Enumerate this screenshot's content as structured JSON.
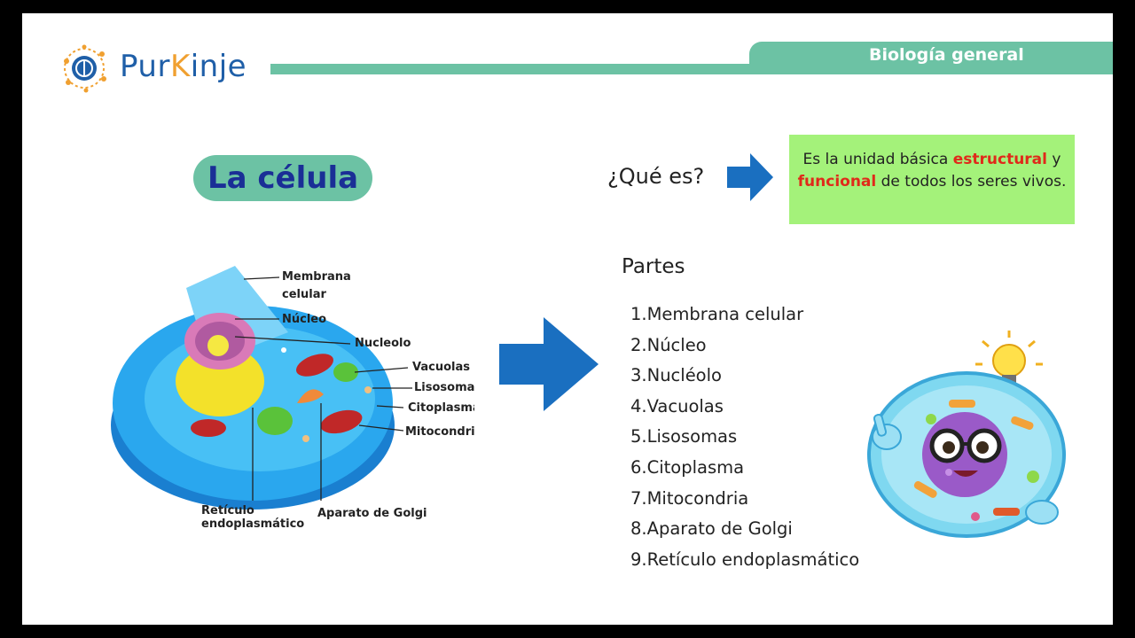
{
  "brand": {
    "name_part1": "Pur",
    "name_k": "K",
    "name_part2": "inje"
  },
  "header": {
    "title": "Biología general"
  },
  "slide_title": "La célula",
  "question": "¿Qué es?",
  "definition": {
    "part1": "Es la unidad básica ",
    "highlight1": "estructural",
    "part2": " y ",
    "highlight2": "funcional",
    "part3": " de todos los seres vivos."
  },
  "parts_title": "Partes",
  "parts": [
    "1.Membrana celular",
    "2.Núcleo",
    "3.Nucléolo",
    "4.Vacuolas",
    "5.Lisosomas",
    "6.Citoplasma",
    "7.Mitocondria",
    "8.Aparato de Golgi",
    "9.Retículo endoplasmático"
  ],
  "diagram_labels": {
    "membrana": "Membrana",
    "membrana2": "celular",
    "nucleo": "Núcleo",
    "nucleolo": "Nucleolo",
    "vacuolas": "Vacuolas",
    "lisosomas": "Lisosomas",
    "citoplasma": "Citoplasma",
    "mitocondria": "Mitocondria",
    "reticulo": "Retículo",
    "reticulo2": "endoplasmático",
    "golgi": "Aparato de Golgi"
  },
  "colors": {
    "accent": "#6cc2a4",
    "title": "#1a2e96",
    "arrow": "#1a6fc0",
    "definition_bg": "#a4f27a",
    "highlight": "#e02a1a"
  }
}
